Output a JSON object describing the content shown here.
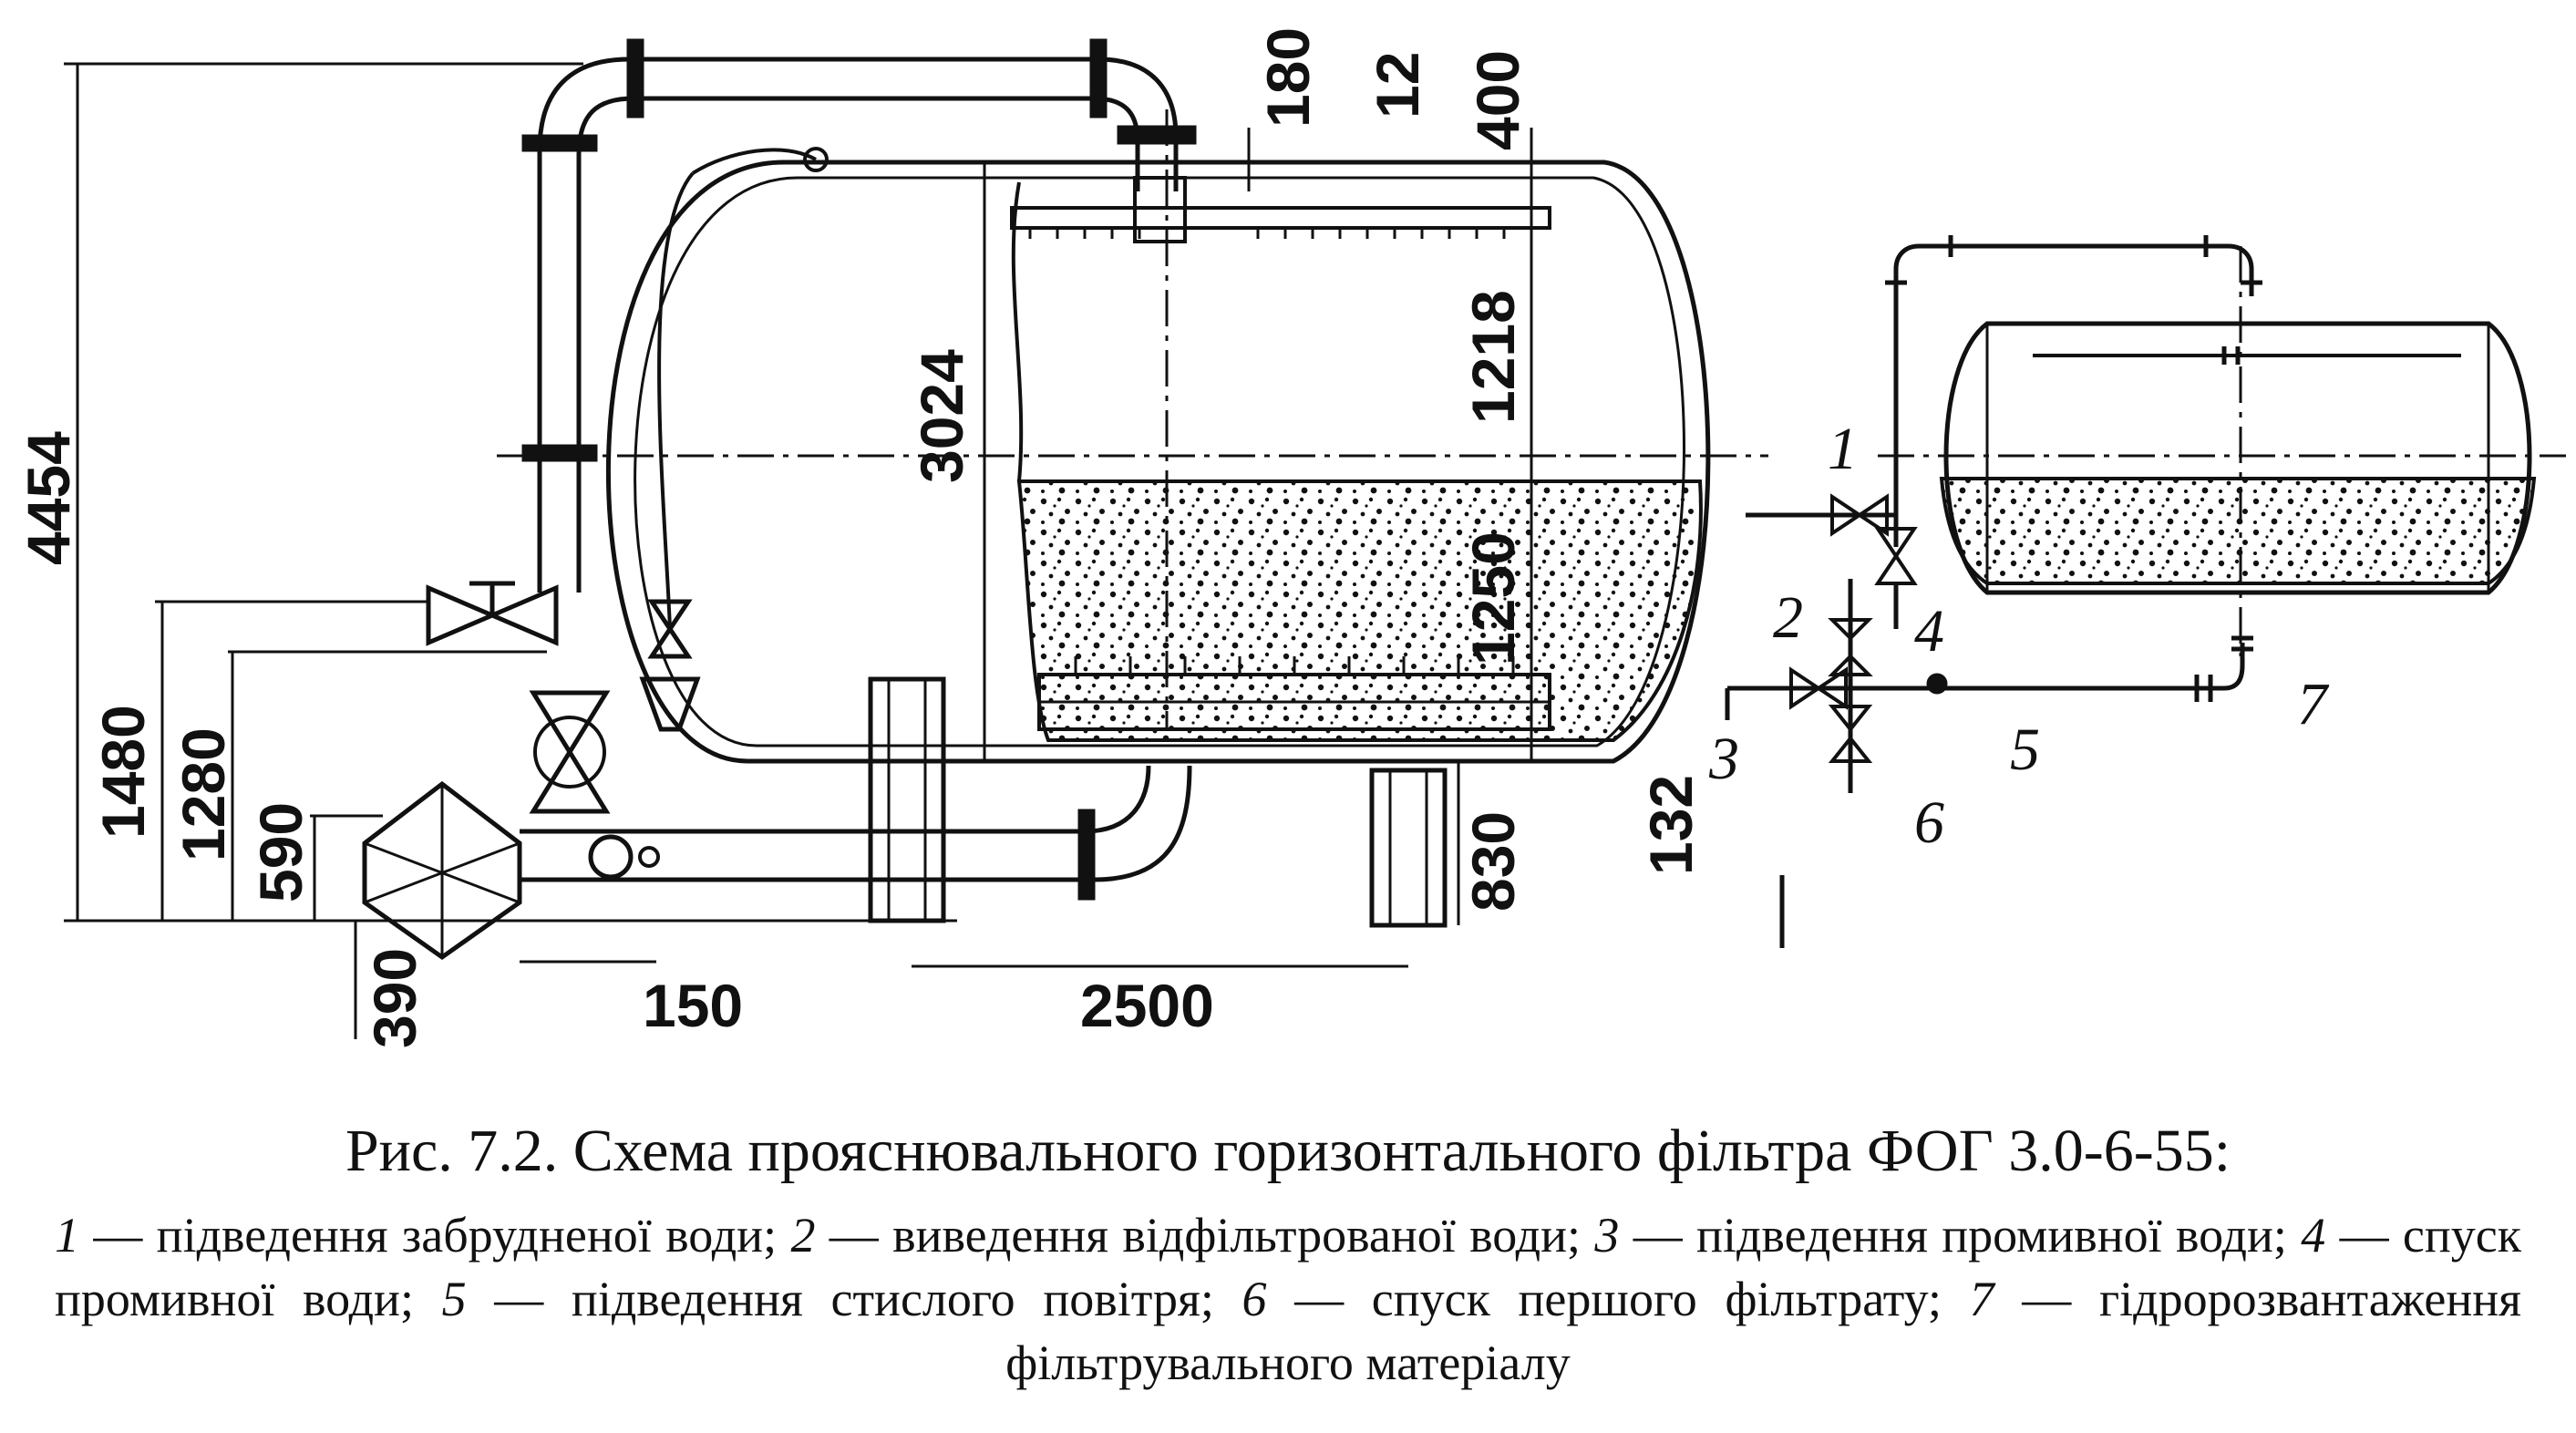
{
  "figure": {
    "dimensions": {
      "overall_height": "4454",
      "inlet_height": "1480",
      "valve_height": "1280",
      "pipe_height": "590",
      "bottom_offset": "390",
      "pipe_spacing": "150",
      "support_spacing": "2500",
      "vessel_diameter": "3024",
      "top_offset": "180",
      "top_gap": "12",
      "top_clearance": "400",
      "upper_zone": "1218",
      "bed_height": "1250",
      "support_height": "830",
      "bottom_gap": "132"
    },
    "callouts": [
      "1",
      "2",
      "3",
      "4",
      "5",
      "6",
      "7"
    ]
  },
  "caption": {
    "title": "Рис. 7.2. Схема прояснювального горизонтального фільтра ФОГ 3.0-6-55:",
    "legend": [
      {
        "num": "1",
        "text": " — підведення забрудненої води; "
      },
      {
        "num": "2",
        "text": " — виведення відфільтрованої води; "
      },
      {
        "num": "3",
        "text": " — підведення промивної води; "
      },
      {
        "num": "4",
        "text": " — спуск промивної води; "
      },
      {
        "num": "5",
        "text": " — підведення стислого повітря; "
      },
      {
        "num": "6",
        "text": " — спуск першого фільтрату; "
      },
      {
        "num": "7",
        "text": " — гідророзвантаження фільтрувального матеріалу"
      }
    ]
  }
}
